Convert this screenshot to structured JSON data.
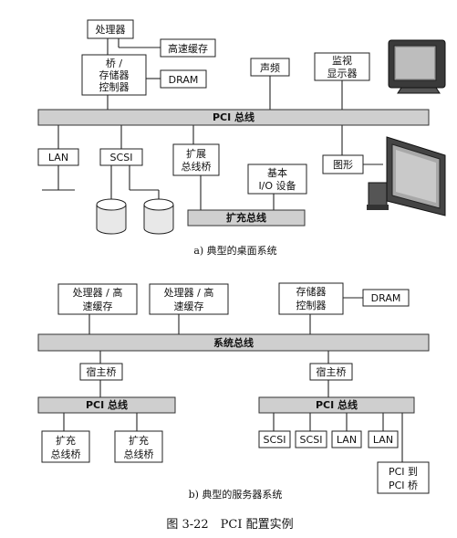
{
  "diagram_a": {
    "cpu": "处理器",
    "cache": "高速缓存",
    "bridge_l1": "桥 /",
    "bridge_l2": "存储器",
    "bridge_l3": "控制器",
    "dram": "DRAM",
    "audio": "声频",
    "monitor_l1": "监视",
    "monitor_l2": "显示器",
    "pci_bus": "PCI 总线",
    "lan": "LAN",
    "scsi": "SCSI",
    "exp_bridge_l1": "扩展",
    "exp_bridge_l2": "总线桥",
    "basic_io_l1": "基本",
    "basic_io_l2": "I/O 设备",
    "exp_bus": "扩充总线",
    "graphics": "图形",
    "caption": "a) 典型的桌面系统"
  },
  "diagram_b": {
    "cpu_cache_l1": "处理器 / 高",
    "cpu_cache_l2": "速缓存",
    "mem_ctrl_l1": "存储器",
    "mem_ctrl_l2": "控制器",
    "dram": "DRAM",
    "system_bus": "系统总线",
    "host_bridge": "宿主桥",
    "pci_bus": "PCI 总线",
    "exp_bridge_l1": "扩充",
    "exp_bridge_l2": "总线桥",
    "scsi": "SCSI",
    "lan": "LAN",
    "pci_pci_l1": "PCI 到",
    "pci_pci_l2": "PCI 桥",
    "caption": "b) 典型的服务器系统"
  },
  "figure_caption": "图 3-22　PCI 配置实例"
}
